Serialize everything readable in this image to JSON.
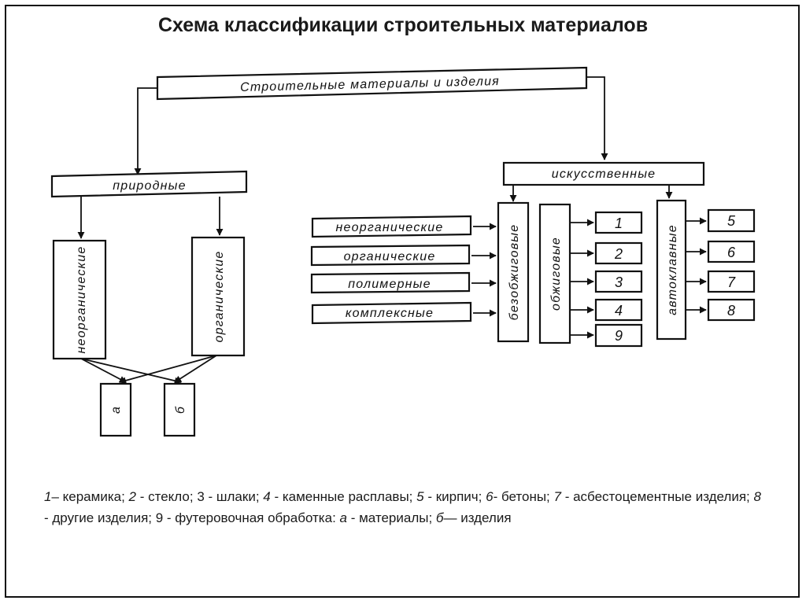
{
  "title": "Схема классификации строительных материалов",
  "boxes": {
    "root": "Строительные материалы и изделия",
    "natural": "природные",
    "artificial": "искусственные",
    "nat_inorganic": "неорганические",
    "nat_organic": "органические",
    "res_a": "а",
    "res_b": "б",
    "in_inorganic": "неорганические",
    "in_organic": "органические",
    "in_polymer": "полимерные",
    "in_complex": "комплексные",
    "unfired": "безобжиговые",
    "fired": "обжиговые",
    "autoclave": "автоклавные",
    "n1": "1",
    "n2": "2",
    "n3": "3",
    "n4": "4",
    "n9": "9",
    "n5": "5",
    "n6": "6",
    "n7": "7",
    "n8": "8"
  },
  "legend": {
    "l1": "1",
    "t1": "– керамика; ",
    "l2": "2",
    "t2": " - стекло; 3 - шлаки; ",
    "l4": "4",
    "t4": " - каменные расплавы; ",
    "l5": "5",
    "t5": " - кирпич; ",
    "l6": "6",
    "t6": "- бетоны; ",
    "l7": "7",
    "t7": " - асбестоцементные изделия; ",
    "l8": "8",
    "t8": " - другие изделия; 9 - футеровочная обработка: ",
    "la": "а",
    "ta": " - материалы; ",
    "lb": "б",
    "tb": "— изделия"
  }
}
